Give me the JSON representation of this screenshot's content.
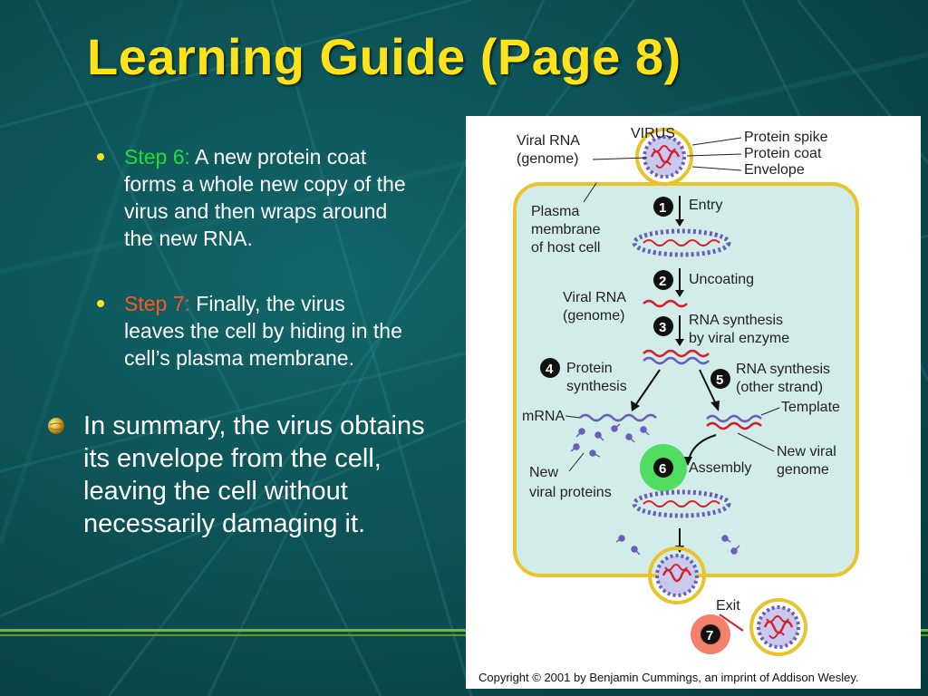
{
  "slide": {
    "title": "Learning Guide (Page 8)",
    "bullets": [
      {
        "label": "Step  6:",
        "text": " A new protein coat forms a whole new copy of the virus and then wraps around the new RNA."
      },
      {
        "label": "Step 7:",
        "text": " Finally, the virus leaves the cell by hiding in the cell’s plasma membrane."
      }
    ],
    "summary": "In summary, the virus obtains its envelope from the cell, leaving the cell without necessarily damaging it.",
    "colors": {
      "background": "#0d5256",
      "title": "#ffe21a",
      "step6": "#22dd33",
      "step7": "#ff5522"
    }
  },
  "figure": {
    "virus": "VIRUS",
    "viral_rna_1": "Viral RNA",
    "genome_1": "(genome)",
    "protein_spike": "Protein spike",
    "protein_coat": "Protein coat",
    "envelope": "Envelope",
    "plasma_1": "Plasma",
    "plasma_2": "membrane",
    "plasma_3": "of host cell",
    "entry": "Entry",
    "uncoating": "Uncoating",
    "viral_rna_2": "Viral RNA",
    "genome_2": "(genome)",
    "rna_syn_1": "RNA synthesis",
    "rna_syn_2": "by viral enzyme",
    "protein_syn_1": "Protein",
    "protein_syn_2": "synthesis",
    "rna_syn_other_1": "RNA synthesis",
    "rna_syn_other_2": "(other strand)",
    "mrna": "mRNA",
    "template": "Template",
    "new_viral_genome_1": "New viral",
    "new_viral_genome_2": "genome",
    "assembly": "Assembly",
    "new_proteins_1": "New",
    "new_proteins_2": "viral proteins",
    "exit": "Exit",
    "steps": [
      "1",
      "2",
      "3",
      "4",
      "5",
      "6",
      "7"
    ],
    "copyright": "Copyright © 2001 by Benjamin Cummings, an imprint of Addison Wesley."
  }
}
